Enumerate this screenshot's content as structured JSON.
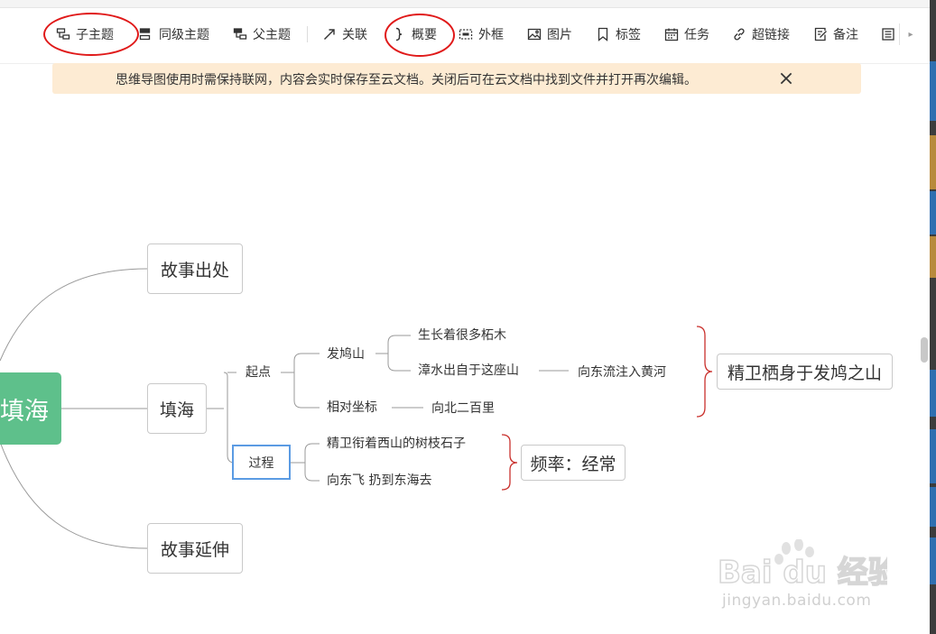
{
  "toolbar": {
    "buttons": [
      {
        "label": "子主题",
        "icon": "subtopic-icon"
      },
      {
        "label": "同级主题",
        "icon": "sibling-topic-icon"
      },
      {
        "label": "父主题",
        "icon": "parent-topic-icon"
      },
      {
        "label": "关联",
        "icon": "relation-arrow-icon"
      },
      {
        "label": "概要",
        "icon": "summary-brace-icon"
      },
      {
        "label": "外框",
        "icon": "boundary-icon"
      },
      {
        "label": "图片",
        "icon": "image-icon"
      },
      {
        "label": "标签",
        "icon": "bookmark-tag-icon"
      },
      {
        "label": "任务",
        "icon": "task-calendar-icon"
      },
      {
        "label": "超链接",
        "icon": "hyperlink-icon"
      },
      {
        "label": "备注",
        "icon": "note-icon"
      }
    ],
    "more_icon": "chevron-right-icon"
  },
  "notice": {
    "text": "思维导图使用时需保持联网，内容会实时保存至云文档。关闭后可在云文档中找到文件并打开再次编辑。",
    "close_icon": "close-icon"
  },
  "mindmap": {
    "root": "填海",
    "topics": {
      "story_origin": "故事出处",
      "tianhai": "填海",
      "story_extension": "故事延伸"
    },
    "subtopics": {
      "start": "起点",
      "process": "过程"
    },
    "leaves": {
      "fajiu_mountain": "发鸠山",
      "grows_zhe_wood": "生长着很多柘木",
      "zhang_river_source": "漳水出自于这座山",
      "flows_east_yellow_river": "向东流注入黄河",
      "relative_coords": "相对坐标",
      "north_200li": "向北二百里",
      "carry_stones": "精卫衔着西山的树枝石子",
      "fly_east_drop": "向东飞 扔到东海去"
    },
    "summaries": {
      "jingwei_home": "精卫栖身于发鸠之山",
      "frequency": "频率：经常"
    },
    "selected": "过程"
  },
  "watermark": {
    "logo_text": "Bai du 经验",
    "url": "jingyan.baidu.com"
  },
  "colors": {
    "root_bg": "#5ec08b",
    "notice_bg": "#fdebd3",
    "selected_border": "#5b9be3",
    "summary_brace": "#c9302c",
    "annotation_red": "#e01919"
  }
}
